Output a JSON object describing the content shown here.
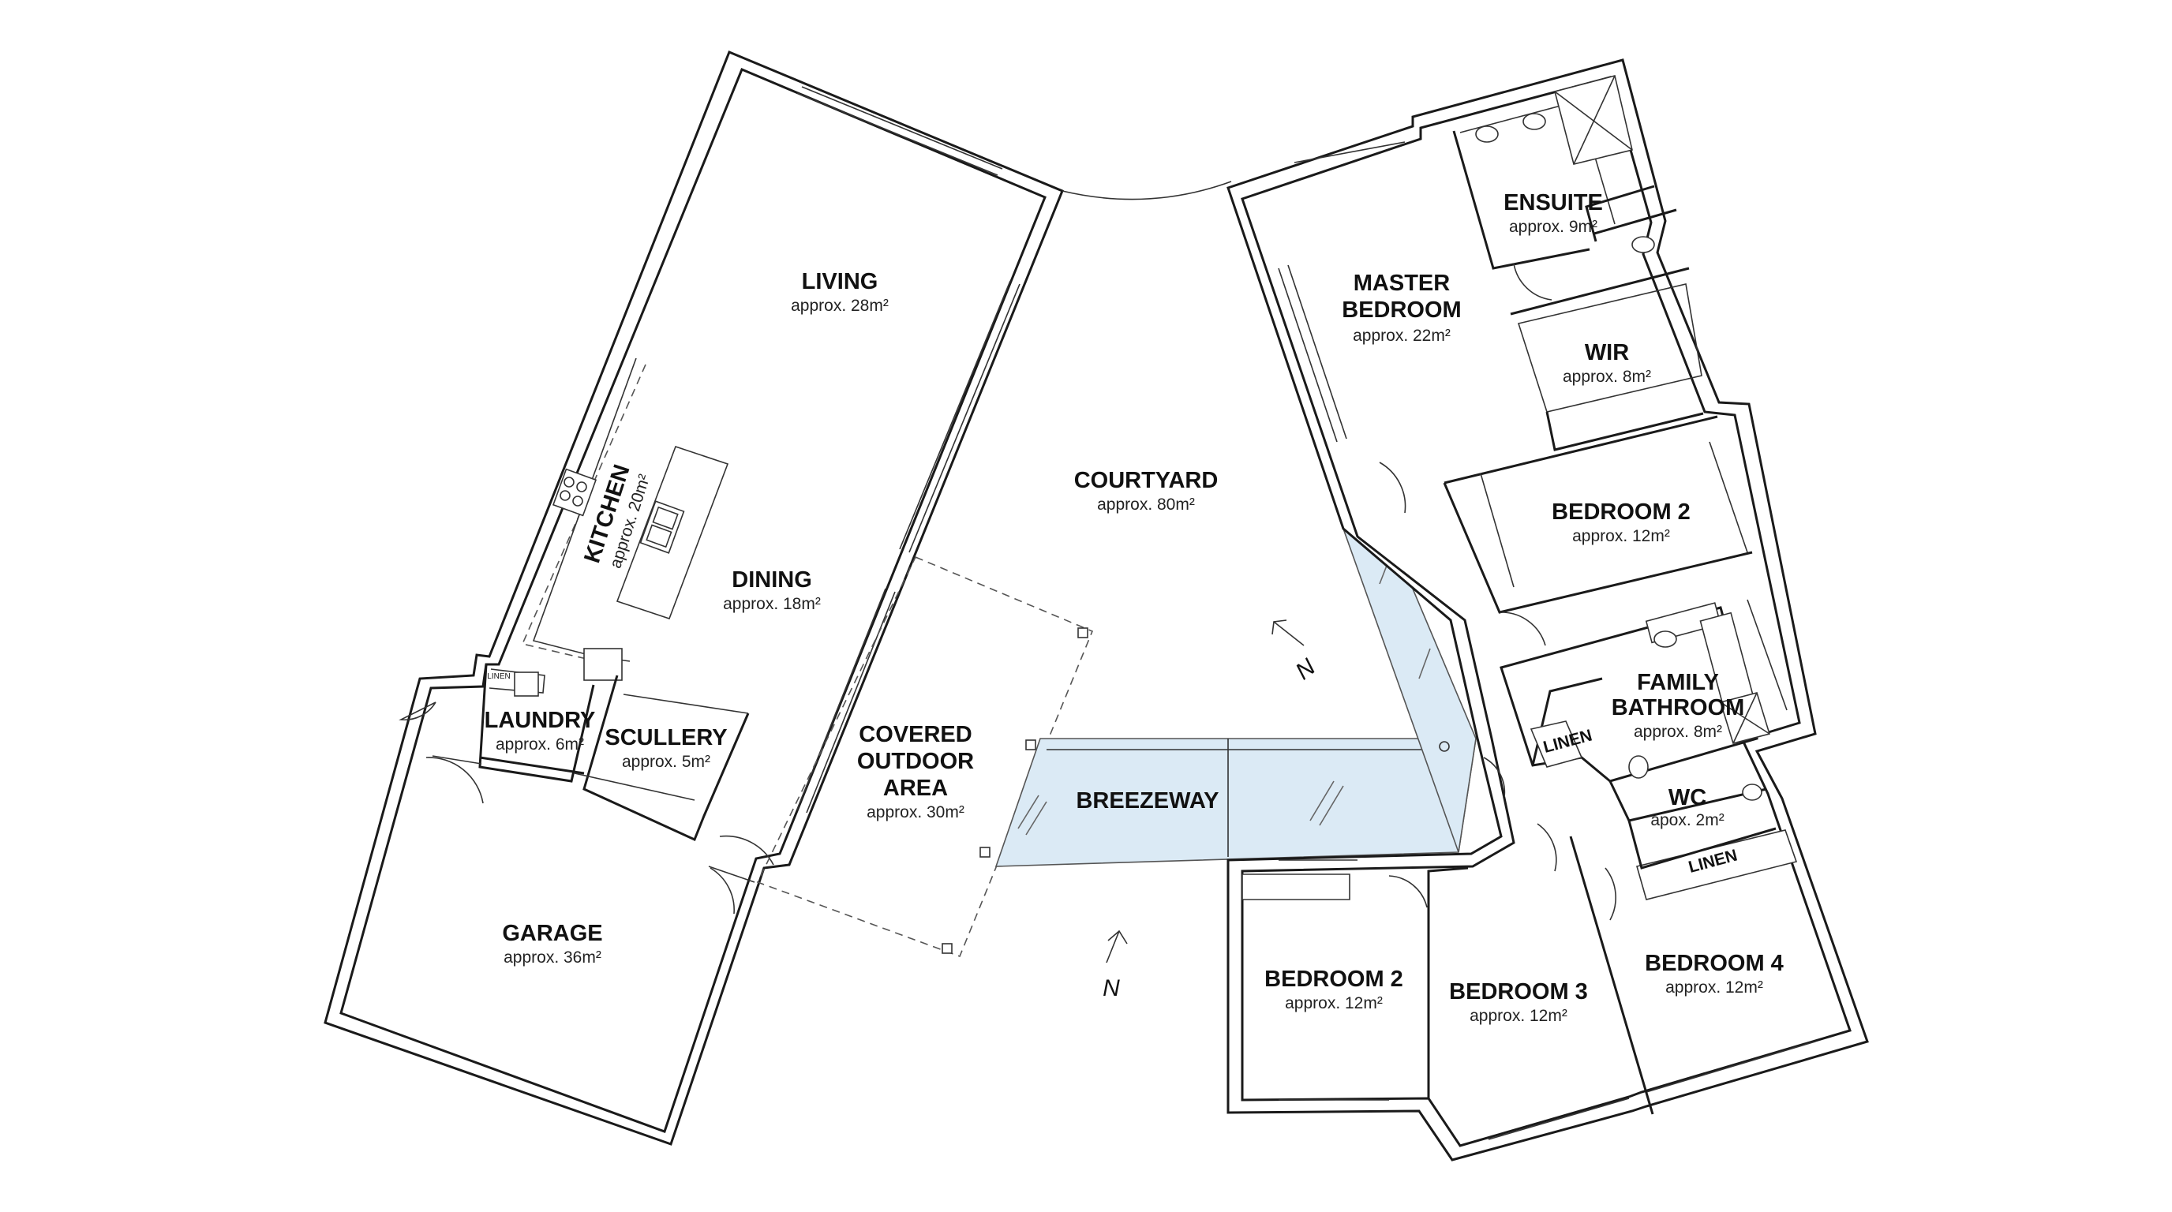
{
  "rooms": {
    "living": {
      "name": "LIVING",
      "area": "approx. 28m²"
    },
    "kitchen": {
      "name": "KITCHEN",
      "area": "approx. 20m²"
    },
    "dining": {
      "name": "DINING",
      "area": "approx. 18m²"
    },
    "laundry": {
      "name": "LAUNDRY",
      "area": "approx. 6m²"
    },
    "scullery": {
      "name": "SCULLERY",
      "area": "approx. 5m²"
    },
    "garage": {
      "name": "GARAGE",
      "area": "approx. 36m²"
    },
    "courtyard": {
      "name": "COURTYARD",
      "area": "approx. 80m²"
    },
    "covered_outdoor": {
      "line1": "COVERED",
      "line2": "OUTDOOR",
      "line3": "AREA",
      "area": "approx. 30m²"
    },
    "breezeway": {
      "name": "BREEZEWAY"
    },
    "master": {
      "line1": "MASTER",
      "line2": "BEDROOM",
      "area": "approx. 22m²"
    },
    "ensuite": {
      "name": "ENSUITE",
      "area": "approx. 9m²"
    },
    "wir": {
      "name": "WIR",
      "area": "approx. 8m²"
    },
    "bedroom2_east": {
      "name": "BEDROOM 2",
      "area": "approx. 12m²"
    },
    "family_bathroom": {
      "line1": "FAMILY",
      "line2": "BATHROOM",
      "area": "approx. 8m²"
    },
    "wc": {
      "name": "WC",
      "area": "apox. 2m²"
    },
    "linen_a": {
      "name": "LINEN"
    },
    "linen_b": {
      "name": "LINEN"
    },
    "linen_laundry": {
      "name": "LINEN"
    },
    "bedroom2_south": {
      "name": "BEDROOM 2",
      "area": "approx. 12m²"
    },
    "bedroom3": {
      "name": "BEDROOM 3",
      "area": "approx. 12m²"
    },
    "bedroom4": {
      "name": "BEDROOM 4",
      "area": "approx. 12m²"
    }
  },
  "north_markers": [
    {
      "label": "N"
    },
    {
      "label": "N"
    }
  ],
  "colors": {
    "glazing": "#dbeaf5",
    "walls": "#1a1a1a"
  }
}
